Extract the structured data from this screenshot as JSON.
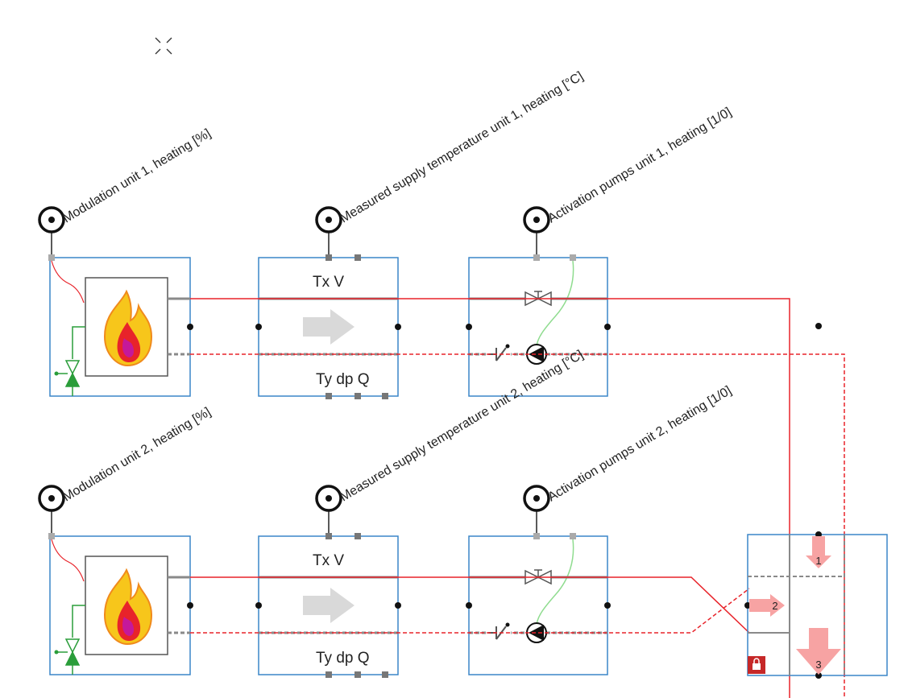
{
  "units": [
    {
      "modulation_label": "Modulation unit 1, heating [%]",
      "supply_temp_label": "Measured supply temperature unit 1, heating [°C]",
      "pumps_label": "Activation pumps unit 1, heating [1/0]",
      "sensor_top": "Tx  V",
      "sensor_bottom": "Ty dp  Q"
    },
    {
      "modulation_label": "Modulation unit 2, heating [%]",
      "supply_temp_label": "Measured supply temperature unit 2, heating [°C]",
      "pumps_label": "Activation pumps unit 2, heating [1/0]",
      "sensor_top": "Tx  V",
      "sensor_bottom": "Ty dp  Q"
    }
  ],
  "distributor": {
    "port_labels": [
      "1",
      "2",
      "3"
    ]
  },
  "colors": {
    "supply": "#e8232a",
    "pipe": "#8a8a8a",
    "box": "#3a86c8",
    "control": "#2a9d3a",
    "signal": "#8fdc8f",
    "arrow": "#f7a3a3"
  },
  "icons": [
    "crosshair-icon",
    "flame-icon",
    "pump-icon",
    "valve-icon",
    "check-valve-icon",
    "flow-arrow-icon",
    "connector-icon",
    "lock-icon"
  ]
}
